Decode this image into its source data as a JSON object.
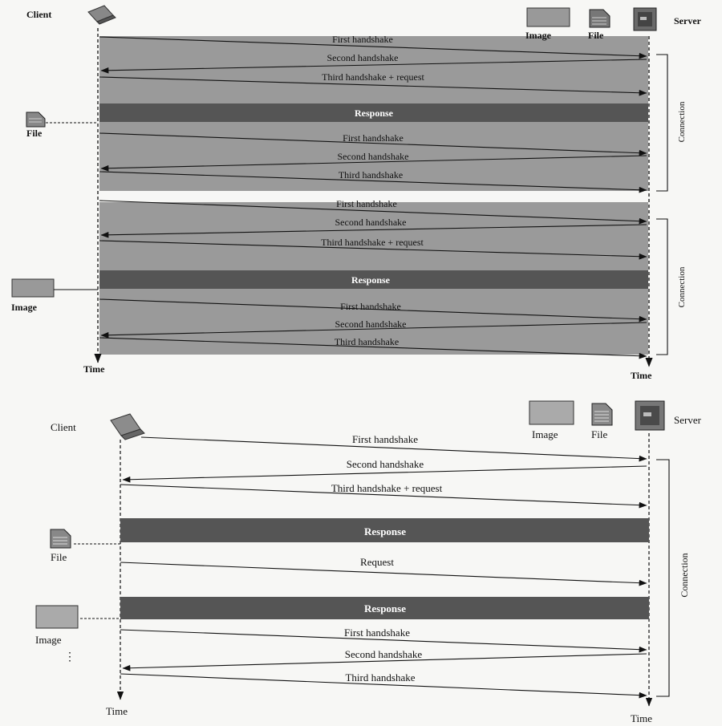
{
  "labels": {
    "client": "Client",
    "server": "Server",
    "time": "Time",
    "image": "Image",
    "file": "File",
    "connection": "Connection",
    "response": "Response",
    "first": "First handshake",
    "second": "Second handshake",
    "third_request": "Third handshake + request",
    "third": "Third handshake",
    "request": "Request"
  },
  "top": {
    "messages": [
      "First handshake",
      "Second handshake",
      "Third handshake + request",
      "Response",
      "First handshake",
      "Second handshake",
      "Third handshake",
      "First handshake",
      "Second handshake",
      "Third handshake + request",
      "Response",
      "First handshake",
      "Second handshake",
      "Third handshake"
    ],
    "delivered": [
      "File",
      "Image"
    ]
  },
  "bottom": {
    "messages": [
      "First handshake",
      "Second handshake",
      "Third handshake + request",
      "Response",
      "Request",
      "Response",
      "First handshake",
      "Second handshake",
      "Third handshake"
    ],
    "delivered": [
      "File",
      "Image"
    ],
    "ellipsis": "⋮"
  },
  "colors": {
    "band": "#9a9a9a",
    "response_bar": "#555555",
    "line": "#111111",
    "text": "#111111"
  }
}
